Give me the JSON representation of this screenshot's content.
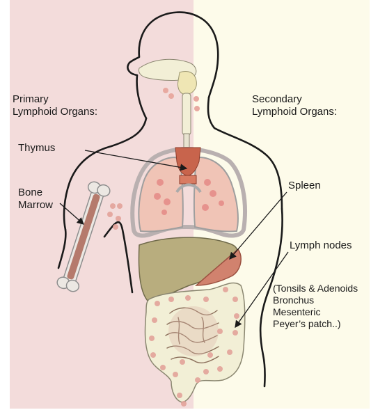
{
  "labels": {
    "primary": [
      "Primary",
      "Lymphoid Organs:"
    ],
    "secondary": [
      "Secondary",
      "Lymphoid Organs:"
    ],
    "thymus": "Thymus",
    "bone_marrow": [
      "Bone",
      "Marrow"
    ],
    "spleen": "Spleen",
    "lymph_nodes": "Lymph nodes",
    "node_list": [
      "(Tonsils & Adenoids",
      "Bronchus",
      "Mesenteric",
      "Peyer’s patch..)"
    ]
  },
  "colors": {
    "left_panel": "#f3dcdb",
    "right_panel": "#fdfbea",
    "outline": "#1a1a1a",
    "lungs": "#f0c4b6",
    "thymus": "#c8644c",
    "liver": "#b8ad7e",
    "spleen": "#d1826e",
    "intestine": "#f2efd6",
    "lymph_node": "#e3a39a",
    "bone": "#ece8e3",
    "marrow": "#b57a6c"
  }
}
